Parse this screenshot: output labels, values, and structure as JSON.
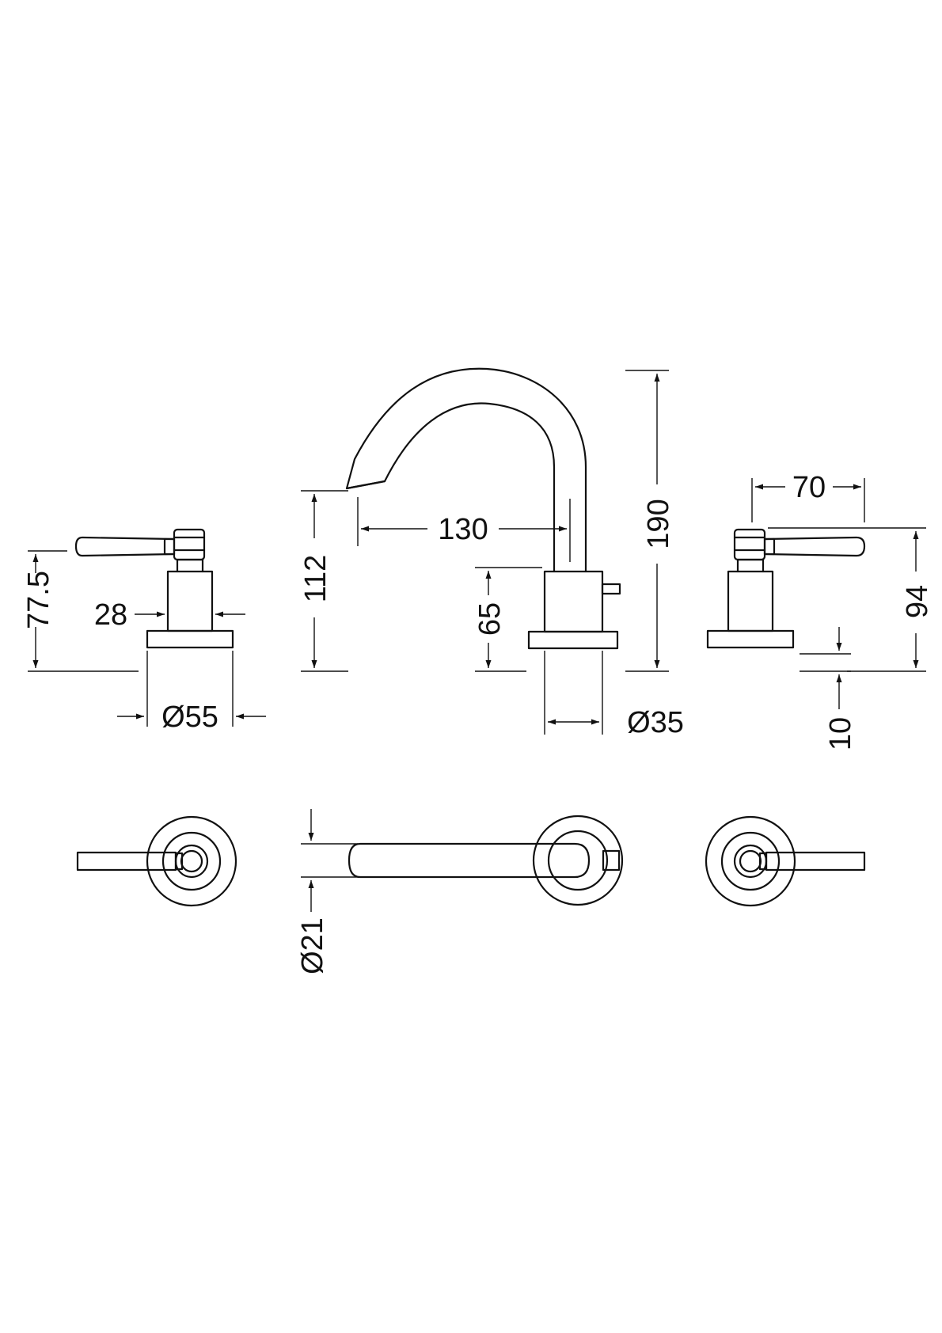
{
  "dimensions": {
    "lever_height": "77.5",
    "body_diameter_lever": "28",
    "base_diameter_lever": "Ø55",
    "spout_inlet_height": "112",
    "spout_reach": "130",
    "body_height_spout": "65",
    "spout_base_diameter": "Ø35",
    "overall_height": "190",
    "lever_width": "70",
    "lever_overall_height": "94",
    "base_thickness": "10",
    "spout_diameter": "Ø21"
  }
}
